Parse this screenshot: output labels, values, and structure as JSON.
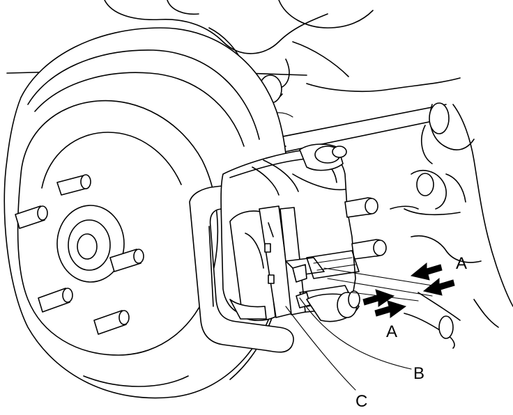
{
  "callouts": {
    "a_upper": "A",
    "a_lower": "A",
    "b": "B",
    "c": "C"
  }
}
